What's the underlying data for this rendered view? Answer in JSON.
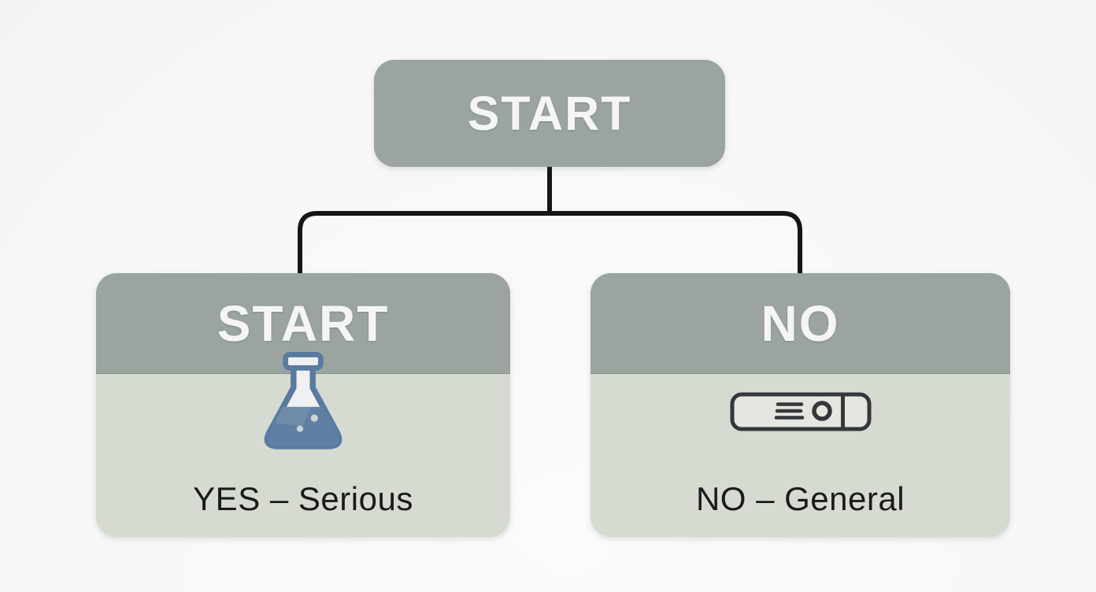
{
  "flowchart": {
    "root": {
      "label": "START"
    },
    "branches": [
      {
        "id": "yes-serious",
        "header": "START",
        "icon": "flask-icon",
        "label": "YES – Serious"
      },
      {
        "id": "no-general",
        "header": "NO",
        "icon": "test-cassette-icon",
        "label": "NO – General"
      }
    ]
  },
  "colors": {
    "background": "#f7f8f7",
    "node_header": "#9ba49f",
    "node_body": "#d6dbd2",
    "header_text": "#f5f6f4",
    "body_text": "#1a1a1a",
    "connector": "#161616",
    "flask_outline": "#5a7ba0",
    "flask_glass": "#eef1ef",
    "flask_liquid": "#5f80a2",
    "flask_highlight": "#7b96b2",
    "flask_bubble": "#ccd5d8",
    "cassette_fill": "#e3e7e0",
    "cassette_outline": "#34383a"
  }
}
